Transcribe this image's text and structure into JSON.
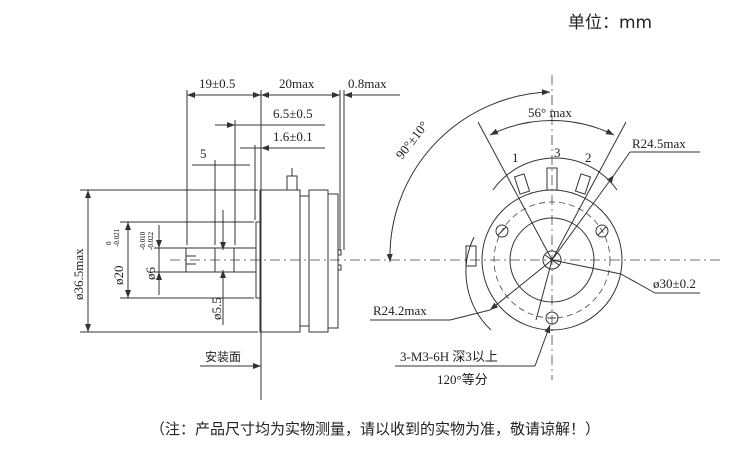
{
  "unit_label": "单位：mm",
  "side_view": {
    "dim_length_shaft": "19±0.5",
    "dim_body": "20max",
    "dim_back": "0.8max",
    "dim_boss": "6.5±0.5",
    "dim_shoulder": "1.6±0.1",
    "dim_flat": "5",
    "dim_outer_diameter": "ø36.5max",
    "dim_boss_diameter": "ø20",
    "dim_boss_tol_upper": "0",
    "dim_boss_tol_lower": "-0.021",
    "dim_shaft_diameter": "ø6",
    "dim_shaft_tol_upper": "-0.010",
    "dim_shaft_tol_lower": "-0.022",
    "dim_flat_diameter": "ø5.5",
    "mounting_face": "安装面"
  },
  "front_view": {
    "angle_terminals": "56° max",
    "angle_side": "90°±10°",
    "terminal_1": "1",
    "terminal_2": "2",
    "terminal_3": "3",
    "radius_terminal": "R24.5max",
    "radius_side": "R24.2max",
    "hole_circle": "ø30±0.2",
    "holes": "3-M3-6H 深3以上",
    "holes_spacing": "120°等分"
  },
  "note": "（注：产品尺寸均为实物测量，请以收到的实物为准，敬请谅解！）"
}
